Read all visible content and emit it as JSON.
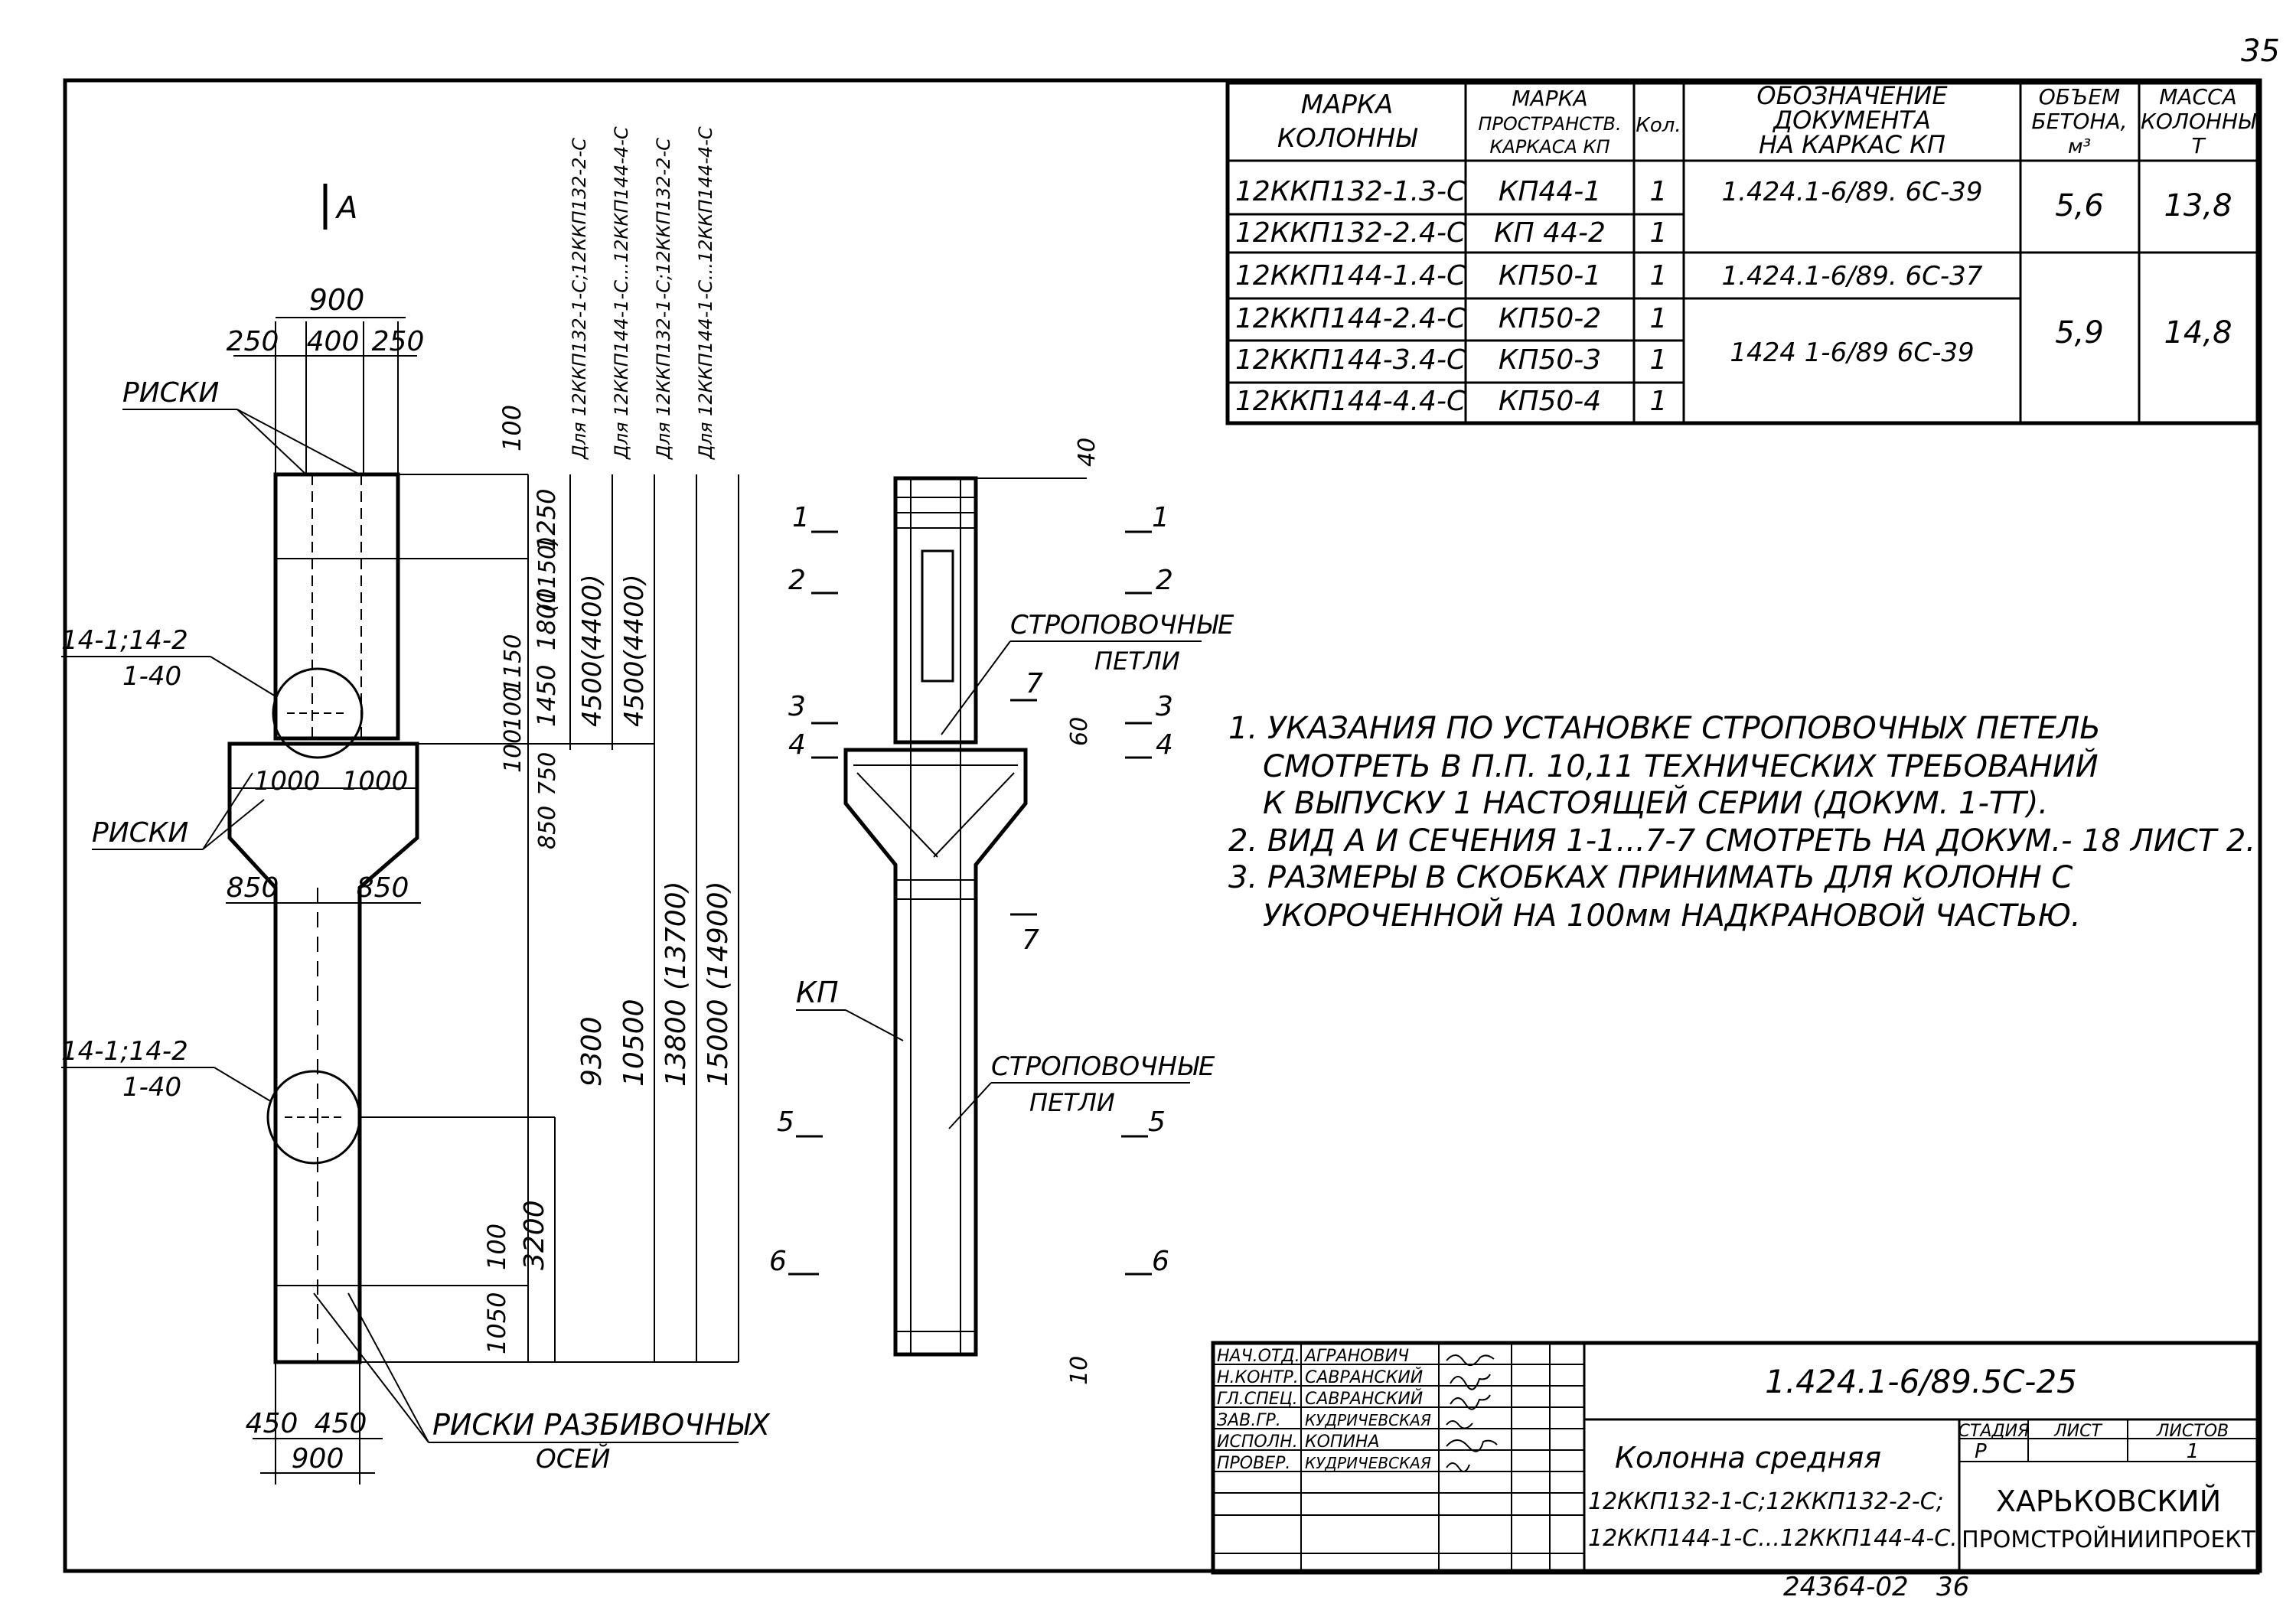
{
  "sheet_corner_number": "35",
  "spec_table": {
    "headers": {
      "mark": [
        "МАРКА",
        "КОЛОННЫ"
      ],
      "frame": [
        "МАРКА",
        "ПРОСТРАНСТВ.",
        "КАРКАСА КП"
      ],
      "qty": "Кол.",
      "doc": [
        "ОБОЗНАЧЕНИЕ",
        "ДОКУМЕНТА",
        "НА КАРКАС КП"
      ],
      "vol": [
        "ОБЪЕМ",
        "БЕТОНА,",
        "м³"
      ],
      "mass": [
        "МАССА",
        "КОЛОННЫ",
        "Т"
      ]
    },
    "rows": [
      {
        "mark": "12ККП132-1.3-С",
        "frame": "КП44-1",
        "qty": "1"
      },
      {
        "mark": "12ККП132-2.4-С",
        "frame": "КП 44-2",
        "qty": "1"
      },
      {
        "mark": "12ККП144-1.4-С",
        "frame": "КП50-1",
        "qty": "1"
      },
      {
        "mark": "12ККП144-2.4-С",
        "frame": "КП50-2",
        "qty": "1"
      },
      {
        "mark": "12ККП144-3.4-С",
        "frame": "КП50-3",
        "qty": "1"
      },
      {
        "mark": "12ККП144-4.4-С",
        "frame": "КП50-4",
        "qty": "1"
      }
    ],
    "doc_groups": [
      "1.424.1-6/89. 6С-39",
      "1.424.1-6/89. 6С-37",
      "1424 1-6/89 6С-39"
    ],
    "vol_groups": [
      "5,6",
      "5,9"
    ],
    "mass_groups": [
      "13,8",
      "14,8"
    ]
  },
  "left_drawing": {
    "view_label": "А",
    "top_width": "900",
    "top_parts": [
      "250",
      "400",
      "250"
    ],
    "marks_label": "РИСКИ",
    "marks_label_2": "РИСКИ",
    "node_label_1": [
      "14-1;14-2",
      "1-40"
    ],
    "node_label_2": [
      "14-1;14-2",
      "1-40"
    ],
    "corbel_dims": [
      "1000",
      "1000"
    ],
    "side_dims": [
      "850",
      "850"
    ],
    "bottom_parts": [
      "450",
      "450"
    ],
    "bottom_width": "900",
    "axis_marks_label": [
      "РИСКИ РАЗБИВОЧНЫХ",
      "ОСЕЙ"
    ],
    "dim_100_top": "100",
    "dims_small": [
      "1250",
      "(1150)",
      "1800",
      "1450",
      "100",
      "1150",
      "100",
      "750",
      "850"
    ],
    "dims_mid": [
      "4500(4400)",
      "4500(4400)"
    ],
    "dims_main": [
      "9300",
      "10500",
      "13800 (13700)",
      "15000 (14900)"
    ],
    "dims_bottom": [
      "100",
      "3200",
      "1050"
    ],
    "col_headers": [
      "Для 12ККП132-1-С;12ККП132-2-С",
      "Для 12ККП144-1-С...12ККП144-4-С",
      "Для 12ККП132-1-С;12ККП132-2-С",
      "Для 12ККП144-1-С...12ККП144-4-С"
    ]
  },
  "mid_drawing": {
    "sec_left": [
      "1",
      "2",
      "3",
      "4",
      "5",
      "6"
    ],
    "sec_right": [
      "1",
      "2",
      "3",
      "4",
      "5",
      "6"
    ],
    "sec7": "7",
    "sec7b": "7",
    "loops_label_1": [
      "СТРОПОВОЧНЫЕ",
      "ПЕТЛИ"
    ],
    "loops_label_2": [
      "СТРОПОВОЧНЫЕ",
      "ПЕТЛИ"
    ],
    "kp_label": "КП",
    "dim_40": "40",
    "dim_60": "60",
    "dim_10": "10"
  },
  "notes": [
    "1. УКАЗАНИЯ ПО УСТАНОВКЕ СТРОПОВОЧНЫХ ПЕТЕЛЬ",
    "СМОТРЕТЬ В П.П. 10,11 ТЕХНИЧЕСКИХ ТРЕБОВАНИЙ",
    "К ВЫПУСКУ 1 НАСТОЯЩЕЙ СЕРИИ (ДОКУМ. 1-ТТ).",
    "2. ВИД А И СЕЧЕНИЯ 1-1...7-7 СМОТРЕТЬ НА ДОКУМ.- 18 ЛИСТ 2.",
    "3. РАЗМЕРЫ В СКОБКАХ ПРИНИМАТЬ ДЛЯ КОЛОНН С",
    "УКОРОЧЕННОЙ НА 100мм НАДКРАНОВОЙ ЧАСТЬЮ."
  ],
  "title_block": {
    "staff": [
      {
        "role": "НАЧ.ОТД.",
        "name": "АГРАНОВИЧ"
      },
      {
        "role": "Н.КОНТР.",
        "name": "САВРАНСКИЙ"
      },
      {
        "role": "ГЛ.СПЕЦ.",
        "name": "САВРАНСКИЙ"
      },
      {
        "role": "ЗАВ.ГР.",
        "name": "КУДРИЧЕВСКАЯ"
      },
      {
        "role": "ИСПОЛН.",
        "name": "КОПИНА"
      },
      {
        "role": "ПРОВЕР.",
        "name": "КУДРИЧЕВСКАЯ"
      }
    ],
    "doc_number": "1.424.1-6/89.5С-25",
    "item_title": "Колонна средняя",
    "item_marks": [
      "12ККП132-1-С;12ККП132-2-С;",
      "12ККП144-1-С...12ККП144-4-С."
    ],
    "stage_label": "СТАДИЯ",
    "sheet_label": "ЛИСТ",
    "sheets_label": "ЛИСТОВ",
    "stage": "Р",
    "sheets": "1",
    "org": [
      "ХАРЬКОВСКИЙ",
      "ПРОМСТРОЙНИИПРОЕКТ"
    ]
  },
  "archive_number": "24364-02",
  "archive_sheet": "36"
}
